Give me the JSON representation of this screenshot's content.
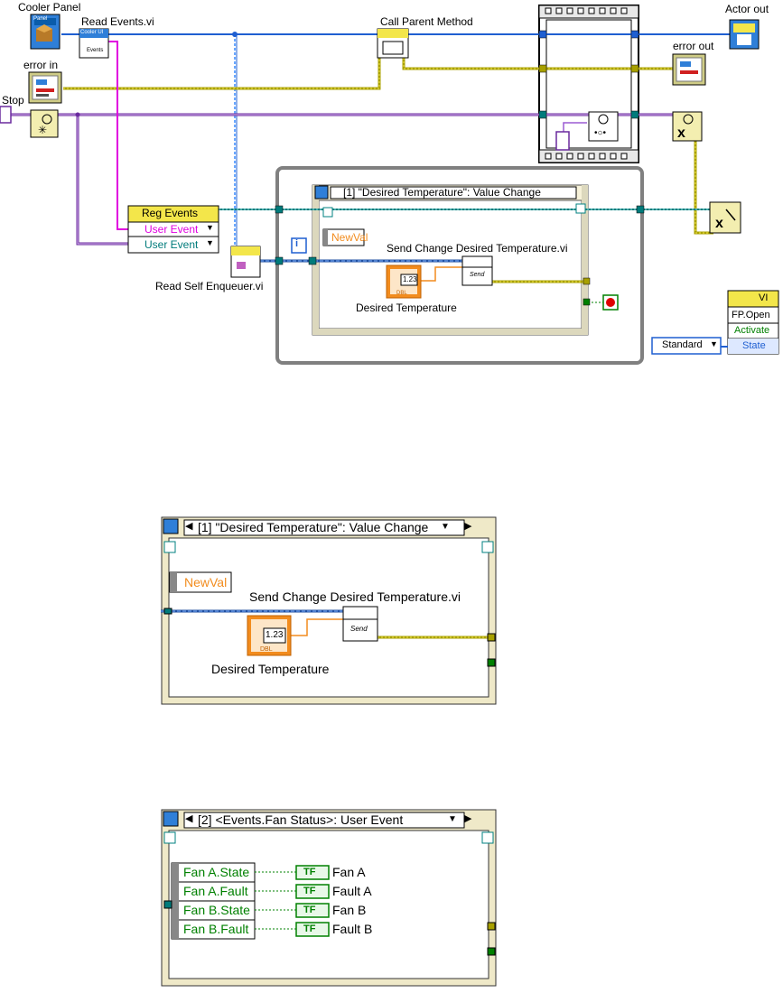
{
  "main": {
    "labels": {
      "cooler_panel": "Cooler Panel",
      "read_events": "Read Events.vi",
      "call_parent": "Call Parent Method",
      "actor_out": "Actor out",
      "error_in": "error in",
      "error_out": "error out",
      "stop": "Stop",
      "read_self_enqueuer": "Read Self Enqueuer.vi",
      "send_change": "Send Change Desired Temperature.vi",
      "desired_temp": "Desired Temperature",
      "newval": "NewVal"
    },
    "icons": {
      "panel": "Panel",
      "cooler_ui": "Cooler UI",
      "events": "Events",
      "send": "Send",
      "dbl": "DBL",
      "val": "1.23"
    },
    "reg_events": {
      "title": "Reg Events",
      "rows": [
        "User Event",
        "User Event"
      ]
    },
    "event_case": "[1] \"Desired Temperature\": Value Change",
    "loop_index": "i",
    "invoke": {
      "title": "VI",
      "method": "FP.Open",
      "params": [
        "Activate",
        "State"
      ]
    },
    "state_enum": "Standard"
  },
  "zoom1": {
    "event_case": "[1] \"Desired Temperature\": Value Change",
    "newval": "NewVal",
    "send_change": "Send Change Desired Temperature.vi",
    "desired_temp": "Desired Temperature",
    "send": "Send",
    "dbl": "DBL",
    "val": "1.23"
  },
  "zoom2": {
    "event_case": "[2] <Events.Fan Status>: User Event",
    "fields": [
      "Fan A.State",
      "Fan A.Fault",
      "Fan B.State",
      "Fan B.Fault"
    ],
    "indicators": [
      "Fan A",
      "Fault A",
      "Fan B",
      "Fault B"
    ],
    "tf": "TF"
  },
  "colors": {
    "blue_wire": "#1f5fd1",
    "teal_wire": "#007b7b",
    "error_wire": "#a8a000",
    "purple_wire": "#6a2a9e",
    "pink_wire": "#e000e0",
    "orange": "#f28c1e",
    "green_bool": "#008000"
  }
}
